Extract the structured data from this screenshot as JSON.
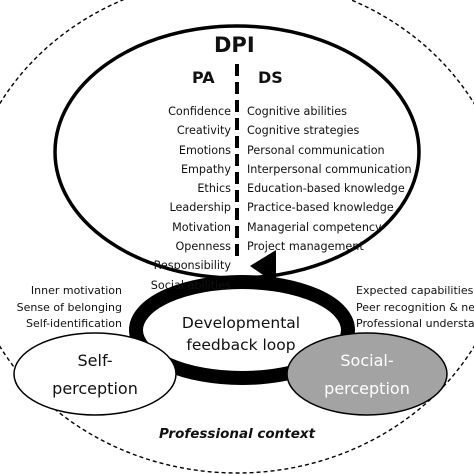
{
  "title": "DPI",
  "pa_heading": "PA",
  "ds_heading": "DS",
  "pa_items": [
    "Confidence",
    "Creativity",
    "Emotions",
    "Empathy",
    "Ethics",
    "Leadership",
    "Motivation",
    "Openness",
    "Responsibility",
    "Social abilities"
  ],
  "ds_items": [
    "Cognitive abilities",
    "Cognitive strategies",
    "Personal communication",
    "Interpersonal communication",
    "Education-based knowledge",
    "Practice-based knowledge",
    "Managerial competency",
    "Project management"
  ],
  "left_factors": [
    "Inner motivation",
    "Sense of belonging",
    "Self-identification"
  ],
  "right_factors": [
    "Expected capabilities",
    "Peer recognition & net",
    "Professional understan"
  ],
  "loop_line1": "Developmental",
  "loop_line2": "feedback loop",
  "self_line1": "Self-",
  "self_line2": "perception",
  "social_line1": "Social-",
  "social_line2": "perception",
  "context": "Professional context",
  "colors": {
    "social_fill": "#a3a3a3",
    "stroke": "#000000"
  }
}
